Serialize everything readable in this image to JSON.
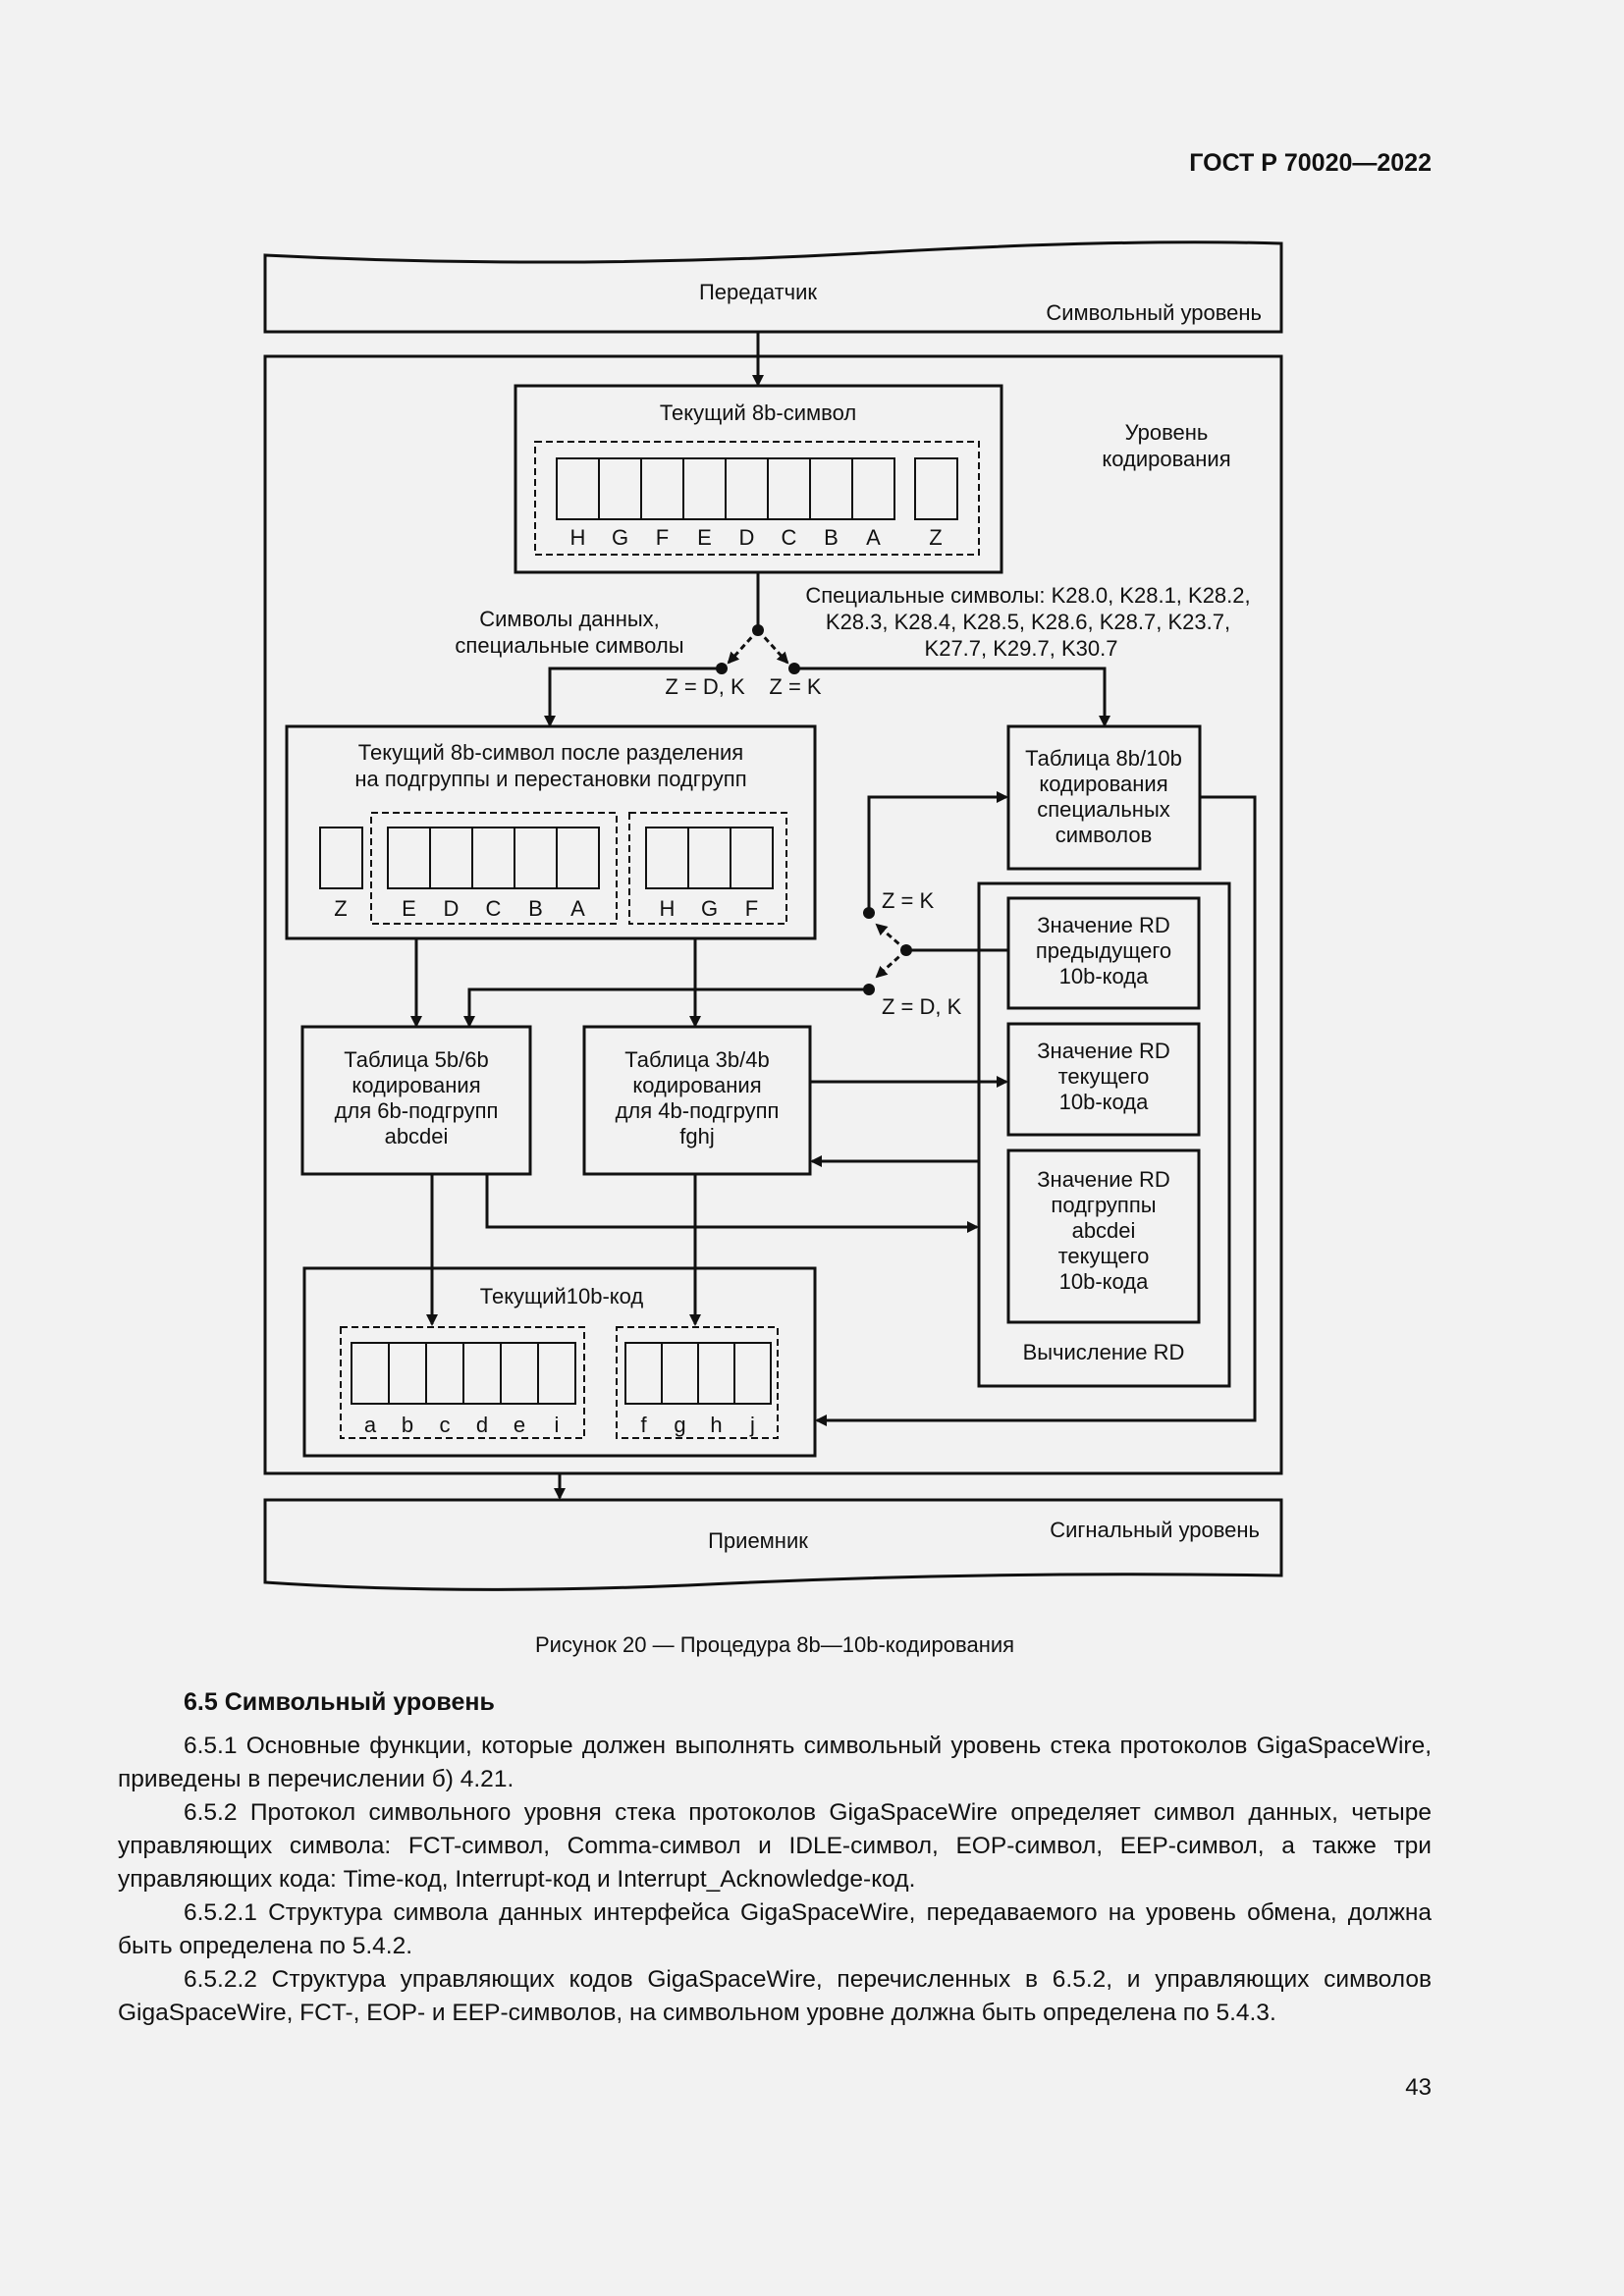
{
  "header": {
    "doc_id": "ГОСТ Р 70020—2022"
  },
  "figure": {
    "transmitter": "Передатчик",
    "symbol_level": "Символьный уровень",
    "coding_level_1": "Уровень",
    "coding_level_2": "кодирования",
    "current_8b_title": "Текущий 8b-символ",
    "bits_8b": [
      "H",
      "G",
      "F",
      "E",
      "D",
      "C",
      "B",
      "A"
    ],
    "bit_z": "Z",
    "data_symbols_1": "Символы данных,",
    "data_symbols_2": "специальные символы",
    "special_1": "Специальные символы: K28.0, K28.1, K28.2,",
    "special_2": "K28.3, K28.4, K28.5, K28.6, K28.7, K23.7,",
    "special_3": "K27.7, K29.7, K30.7",
    "z_dk": "Z = D, K",
    "z_k": "Z = K",
    "after_split_1": "Текущий 8b-символ после разделения",
    "after_split_2": "на подгруппы и перестановки подгрупп",
    "bits_edcba": [
      "E",
      "D",
      "C",
      "B",
      "A"
    ],
    "bits_hgf": [
      "H",
      "G",
      "F"
    ],
    "table_8b10b": [
      "Таблица 8b/10b",
      "кодирования",
      "специальных",
      "символов"
    ],
    "z_k_2": "Z = K",
    "z_dk_2": "Z = D, K",
    "rd_prev": [
      "Значение RD",
      "предыдущего",
      "10b-кода"
    ],
    "rd_curr": [
      "Значение RD",
      "текущего",
      "10b-кода"
    ],
    "rd_sub": [
      "Значение RD",
      "подгруппы",
      "abcdei",
      "текущего",
      "10b-кода"
    ],
    "rd_calc": "Вычисление RD",
    "table_5b6b": [
      "Таблица 5b/6b",
      "кодирования",
      "для 6b-подгрупп",
      "abcdei"
    ],
    "table_3b4b": [
      "Таблица 3b/4b",
      "кодирования",
      "для 4b-подгрупп",
      "fghj"
    ],
    "current_10b": "Текущий10b-код",
    "bits_abcdei": [
      "a",
      "b",
      "c",
      "d",
      "e",
      "i"
    ],
    "bits_fghj": [
      "f",
      "g",
      "h",
      "j"
    ],
    "receiver": "Приемник",
    "signal_level": "Сигнальный уровень"
  },
  "caption": "Рисунок 20 — Процедура 8b—10b-кодирования",
  "section_title": "6.5 Символьный уровень",
  "paragraphs": [
    "6.5.1 Основные функции, которые должен выполнять символьный уровень стека протоколов GigaSpaceWire, приведены в перечислении б) 4.21.",
    "6.5.2 Протокол символьного уровня стека протоколов GigaSpaceWire определяет символ данных, четыре управляющих символа: FCT-символ, Comma-символ и IDLE-символ, EOP-символ, EEP-символ, а также три управляющих кода: Time-код, Interrupt-код и Interrupt_Acknowledge-код.",
    "6.5.2.1 Структура символа данных интерфейса GigaSpaceWire, передаваемого на уровень обмена, должна быть определена по 5.4.2.",
    "6.5.2.2 Структура управляющих кодов GigaSpaceWire, перечисленных в 6.5.2, и управляющих символов GigaSpaceWire, FCT-, EOP- и EEP-символов, на символьном уровне должна быть определена по 5.4.3."
  ],
  "page_number": "43"
}
